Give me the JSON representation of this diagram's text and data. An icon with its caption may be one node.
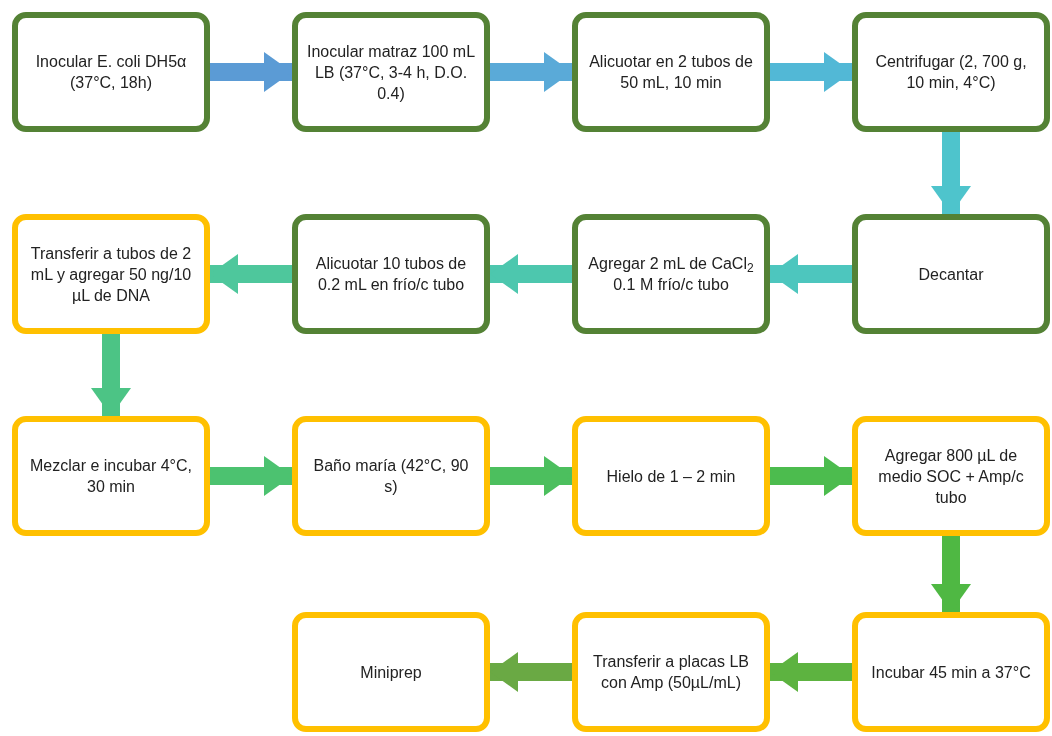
{
  "diagram": {
    "nodes": [
      {
        "text": [
          "Inocular E. coli DH5α (37°C, 18h)"
        ]
      },
      {
        "text": [
          "Inocular matraz 100 mL LB (37°C, 3-4 h, D.O. 0.4)"
        ]
      },
      {
        "text": [
          "Alicuotar en 2 tubos de 50 mL, 10 min"
        ]
      },
      {
        "text": [
          "Centrifugar (2, 700 g, 10 min, 4°C)"
        ]
      },
      {
        "text": [
          "Decantar"
        ]
      },
      {
        "text": [
          "Agregar 2 mL de CaCl$_{2}$ 0.1 M frío/c tubo"
        ]
      },
      {
        "text": [
          "Alicuotar 10 tubos de 0.2 mL en frío/c tubo"
        ]
      },
      {
        "text": [
          "Transferir a tubos de 2 mL y agregar 50 ng/10 µL de DNA"
        ]
      },
      {
        "text": [
          "Mezclar e incubar 4°C, 30 min"
        ]
      },
      {
        "text": [
          "Baño maría (42°C, 90 s)"
        ]
      },
      {
        "text": [
          "Hielo de 1 – 2 min"
        ]
      },
      {
        "text": [
          "Agregar 800 µL de medio SOC + Amp/c tubo"
        ]
      },
      {
        "text": [
          "Incubar 45 min a 37°C"
        ]
      },
      {
        "text": [
          "Transferir a placas LB con Amp (50µL/mL)"
        ]
      },
      {
        "text": [
          "Miniprep"
        ]
      }
    ],
    "edges": [
      {
        "from": 0,
        "to": 1,
        "arrow": "to",
        "color": "#5b9bd5"
      },
      {
        "from": 1,
        "to": 2,
        "arrow": "to",
        "color": "#5aaad8"
      },
      {
        "from": 2,
        "to": 3,
        "arrow": "to",
        "color": "#52b8d6"
      },
      {
        "from": 3,
        "to": 4,
        "arrow": "to",
        "color": "#4ec4cc"
      },
      {
        "from": 4,
        "to": 5,
        "arrow": "to",
        "color": "#4dc6be"
      },
      {
        "from": 5,
        "to": 6,
        "arrow": "to",
        "color": "#4dc7ae"
      },
      {
        "from": 6,
        "to": 7,
        "arrow": "to",
        "color": "#4ec79c"
      },
      {
        "from": 7,
        "to": 8,
        "arrow": "to",
        "color": "#4cc485"
      },
      {
        "from": 8,
        "to": 9,
        "arrow": "to",
        "color": "#4cc270"
      },
      {
        "from": 9,
        "to": 10,
        "arrow": "to",
        "color": "#4cbf5e"
      },
      {
        "from": 10,
        "to": 11,
        "arrow": "to",
        "color": "#4cbc4e"
      },
      {
        "from": 11,
        "to": 12,
        "arrow": "to",
        "color": "#4fb843"
      },
      {
        "from": 12,
        "to": 13,
        "arrow": "to",
        "color": "#5db340"
      },
      {
        "from": 13,
        "to": 14,
        "arrow": "to",
        "color": "#6aa944"
      }
    ]
  }
}
